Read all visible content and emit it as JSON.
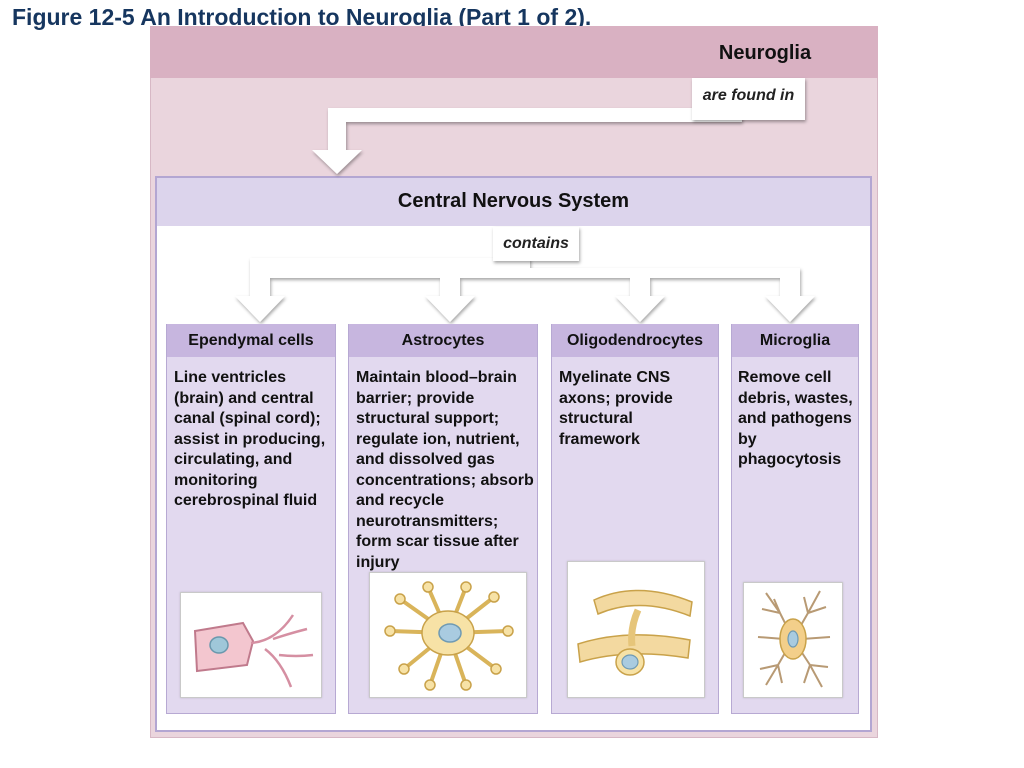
{
  "figure_title": "Figure 12-5 An Introduction to Neuroglia (Part 1 of 2).",
  "neuroglia": {
    "title": "Neuroglia",
    "connector": "are found in"
  },
  "cns": {
    "title": "Central Nervous System",
    "connector": "contains"
  },
  "cell_types": [
    {
      "name": "Ependymal cells",
      "description": "Line ventricles (brain) and central canal (spinal cord); assist in producing, circulating, and monitoring cerebrospinal fluid",
      "icon": "ependymal-cell-illustration"
    },
    {
      "name": "Astrocytes",
      "description": "Maintain blood–brain barrier; provide structural support; regulate ion, nutrient, and dissolved gas concentrations; absorb and recycle neurotransmitters; form scar tissue after injury",
      "icon": "astrocyte-illustration"
    },
    {
      "name": "Oligodendrocytes",
      "description": "Myelinate CNS axons; provide structural framework",
      "icon": "oligodendrocyte-illustration"
    },
    {
      "name": "Microglia",
      "description": "Remove cell debris, wastes, and pathogens by phagocytosis",
      "icon": "microglia-illustration"
    }
  ],
  "colors": {
    "title_text": "#16365f",
    "outer_panel": "#ead5dd",
    "outer_header": "#d9b1c2",
    "cns_header": "#dcd4ec",
    "column_body": "#e2d9ef",
    "column_header": "#c7b6df"
  }
}
